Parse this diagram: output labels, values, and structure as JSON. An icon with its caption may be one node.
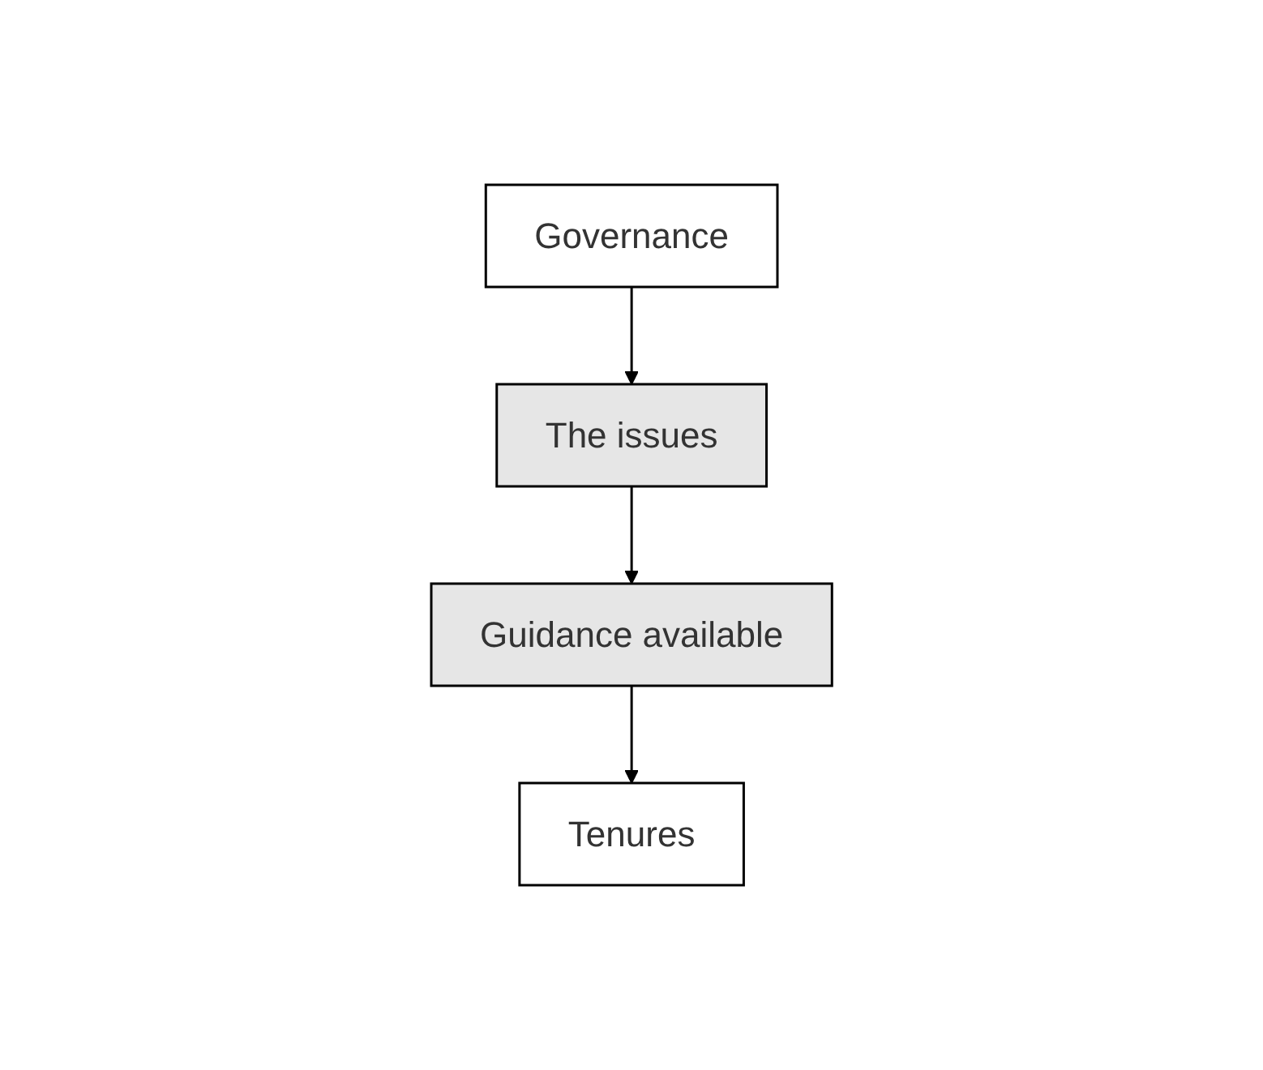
{
  "diagram": {
    "nodes": [
      {
        "text": [
          "Governance"
        ]
      },
      {
        "text": [
          "The issues"
        ]
      },
      {
        "text": [
          "Guidance available"
        ]
      },
      {
        "text": [
          "Tenures"
        ]
      }
    ],
    "edges": [
      {
        "from": 0,
        "to": 1,
        "arrow": "to"
      },
      {
        "from": 1,
        "to": 2,
        "arrow": "to"
      },
      {
        "from": 2,
        "to": 3,
        "arrow": "to"
      }
    ]
  }
}
